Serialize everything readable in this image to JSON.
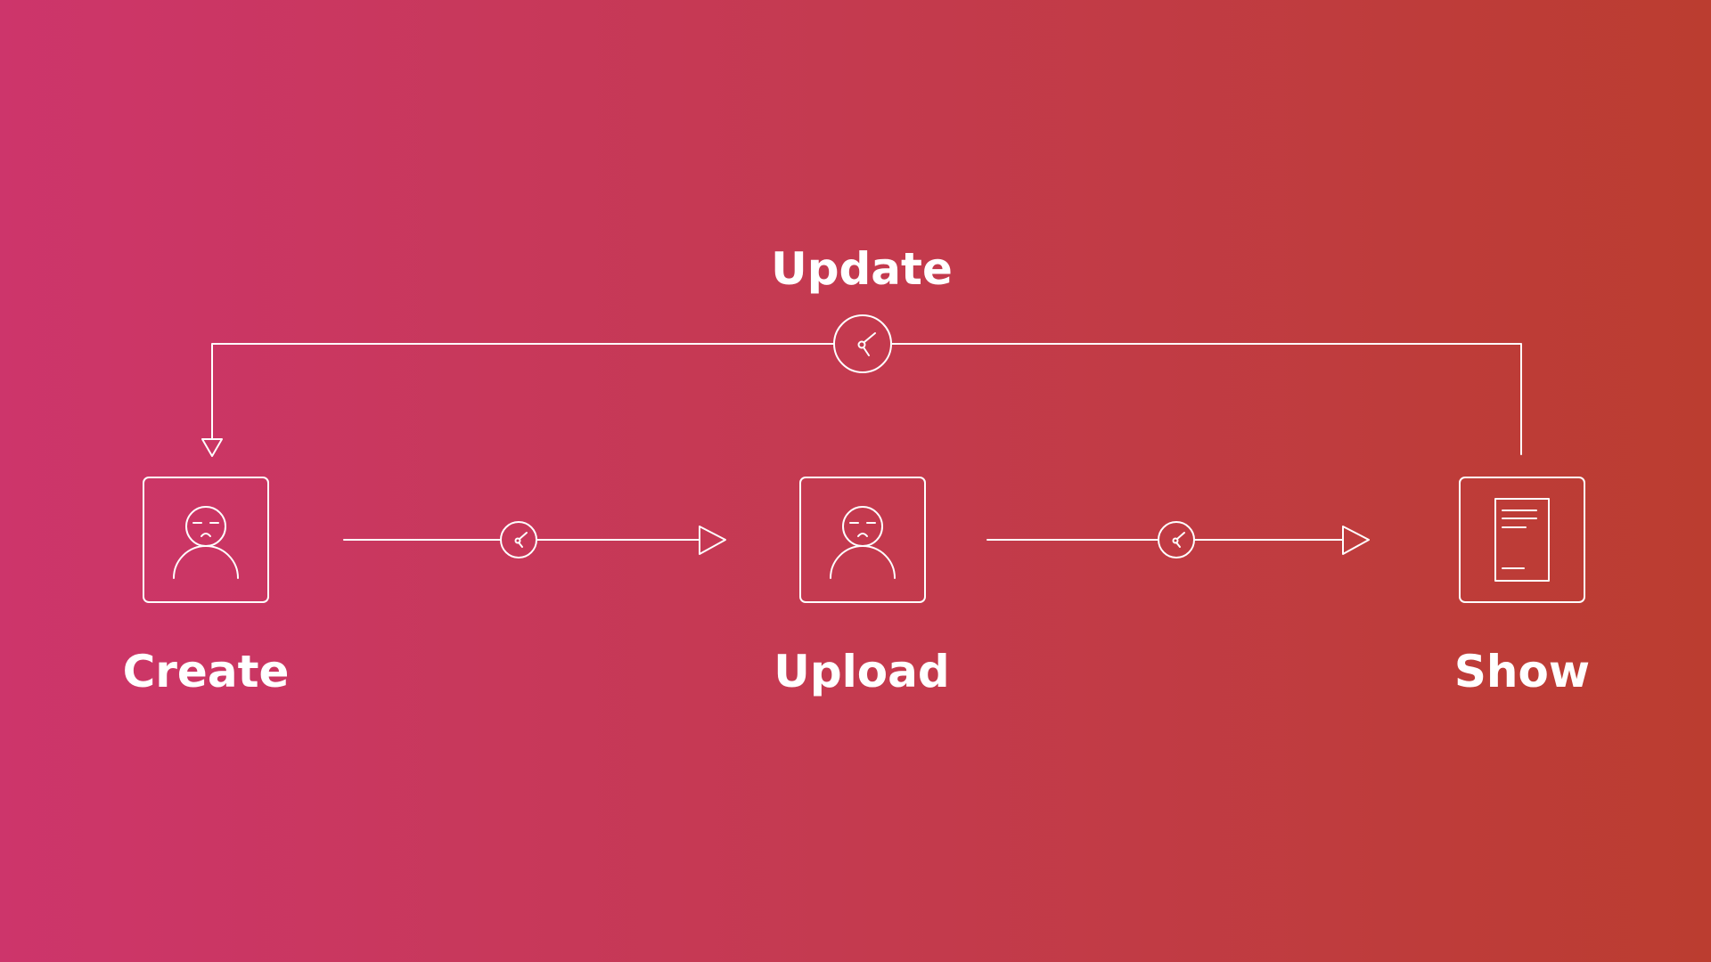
{
  "colors": {
    "gradient_start": "#cd356b",
    "gradient_mid": "#c43a4f",
    "gradient_end": "#bb3d30",
    "stroke": "#ffffff",
    "text": "#ffffff"
  },
  "nodes": [
    {
      "id": "create",
      "label": "Create",
      "icon": "user-icon"
    },
    {
      "id": "upload",
      "label": "Upload",
      "icon": "user-icon"
    },
    {
      "id": "show",
      "label": "Show",
      "icon": "document-icon"
    }
  ],
  "loop": {
    "label": "Update",
    "icon": "clock-icon"
  },
  "connectors": [
    {
      "from": "create",
      "to": "upload",
      "icon": "clock-icon"
    },
    {
      "from": "upload",
      "to": "show",
      "icon": "clock-icon"
    },
    {
      "from": "show",
      "to": "create",
      "icon": "clock-icon",
      "via": "update"
    }
  ]
}
